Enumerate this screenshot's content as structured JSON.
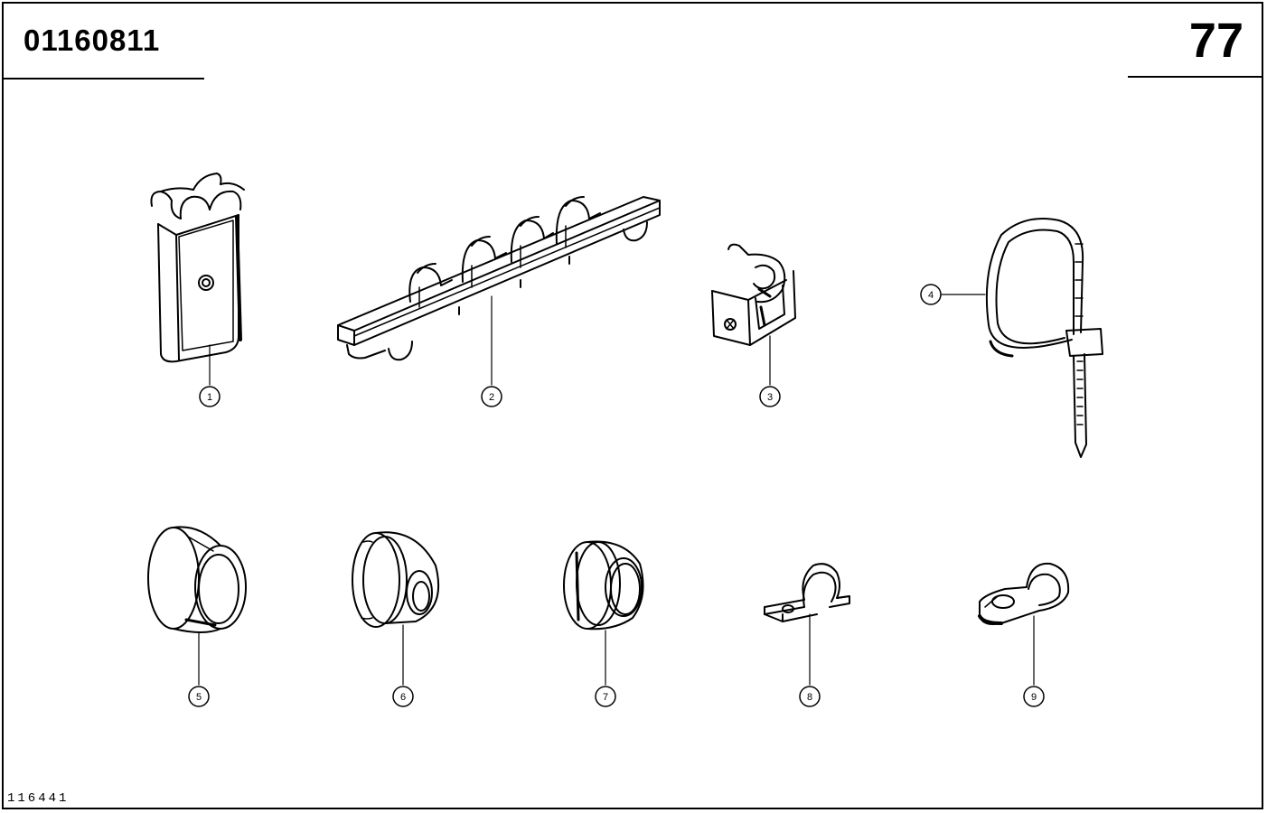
{
  "header": {
    "doc_number": "01160811",
    "page_number": "77"
  },
  "footer": {
    "drawing_id": "116441"
  },
  "callouts": [
    "1",
    "2",
    "3",
    "4",
    "5",
    "6",
    "7",
    "8",
    "9"
  ]
}
